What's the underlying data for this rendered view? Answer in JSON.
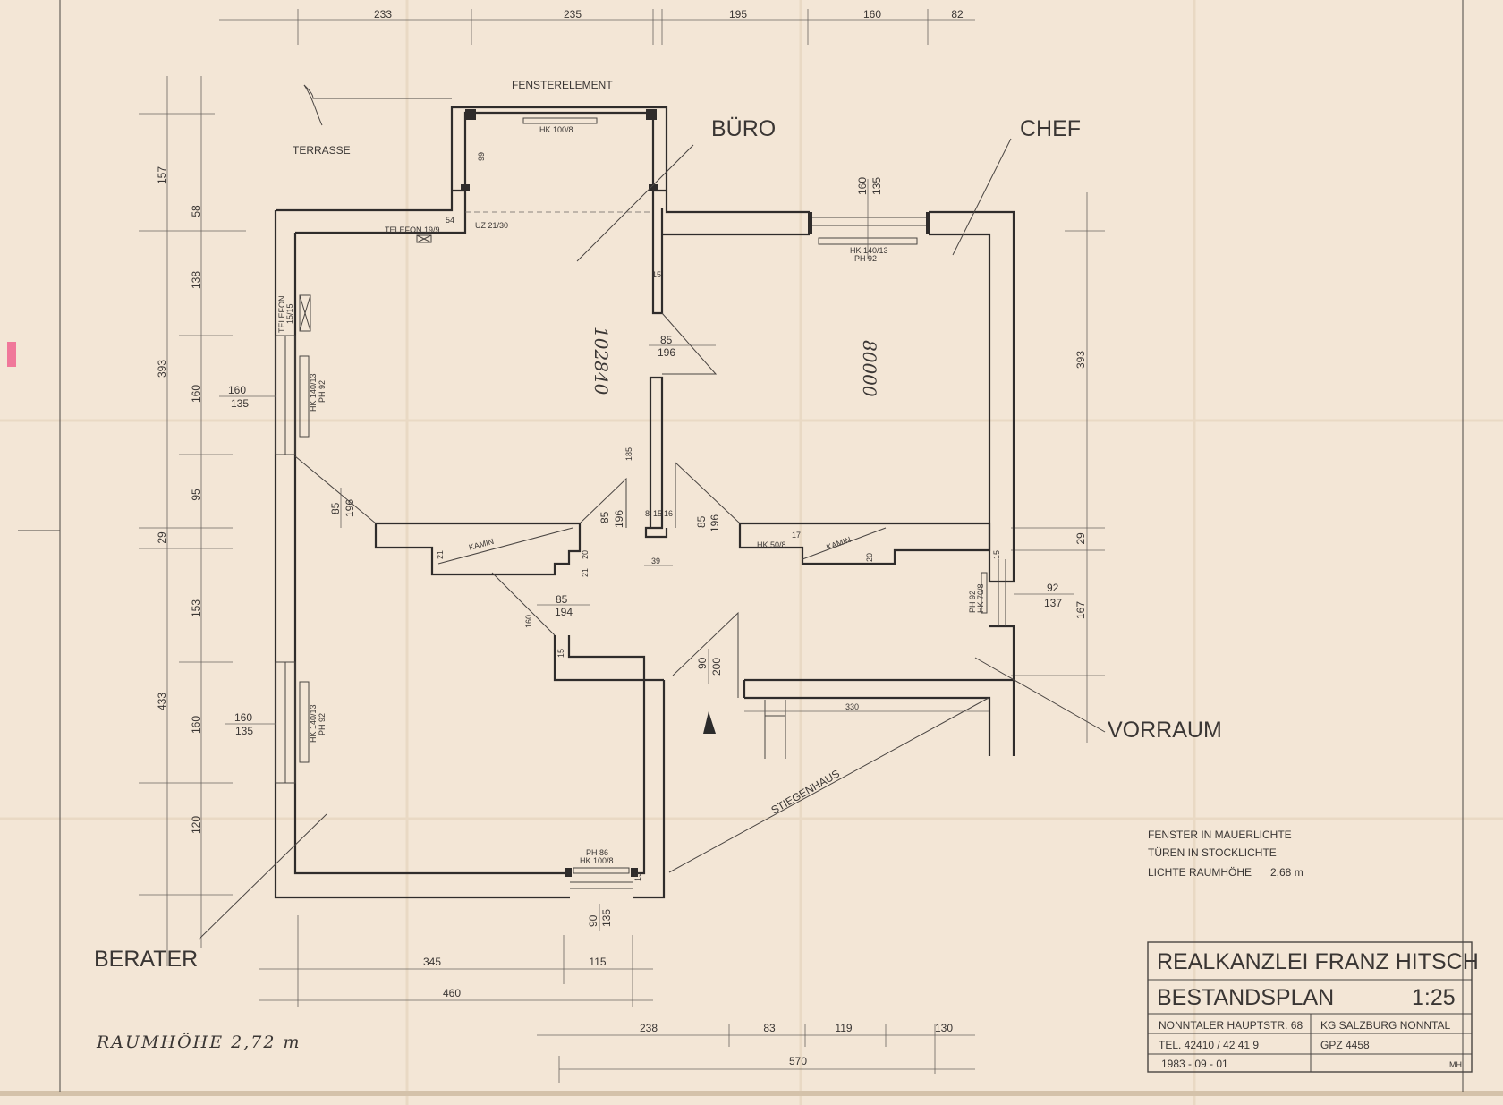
{
  "rooms": {
    "buero": "BÜRO",
    "chef": "CHEF",
    "vorraum": "VORRAUM",
    "berater": "BERATER",
    "terrasse": "TERRASSE",
    "stiegenhaus": "STIEGENHAUS",
    "fensterelement": "FENSTERELEMENT"
  },
  "fixtures": {
    "hk_100_8_top": "HK 100/8",
    "telefon_19_9": "TELEFON 19/9",
    "uz_21_30": "UZ 21/30",
    "dim_54": "54",
    "hk_140_13_chef": "HK 140/13",
    "ph_92_chef": "PH 92",
    "telefon_left": "TELEFON",
    "telefon_left_dim": "15/15",
    "hk_140_13_left": "HK 140/13",
    "ph_92_left": "PH 92",
    "hk_140_13_lower": "HK 140/13",
    "ph_92_lower": "PH 92",
    "kamin_left": "KAMIN",
    "kamin_right": "KAMIN",
    "hk_50_8": "HK 50/8",
    "ph_92_vorraum": "PH 92",
    "hk_70_8": "HK 70/8",
    "ph_86": "PH 86",
    "hk_100_8_bottom": "HK 100/8"
  },
  "dimensions": {
    "top": [
      "233",
      "235",
      "195",
      "160",
      "82"
    ],
    "left_outer": [
      "157",
      "393",
      "433"
    ],
    "left_inner": [
      "58",
      "138",
      "160",
      "95",
      "29",
      "153",
      "160",
      "120"
    ],
    "right": [
      "393",
      "29",
      "167"
    ],
    "bottom_row1": [
      "345",
      "115"
    ],
    "bottom_row2": "460",
    "bottom_row3": [
      "238",
      "83",
      "119",
      "130"
    ],
    "bottom_row4": "570",
    "window_left_1": [
      "160",
      "135"
    ],
    "window_left_2": [
      "160",
      "135"
    ],
    "door_buero": [
      "85",
      "196"
    ],
    "door_berater": [
      "85",
      "196"
    ],
    "door_center_left": [
      "85",
      "196"
    ],
    "door_center_right": [
      "85",
      "196"
    ],
    "door_hall": [
      "85",
      "194"
    ],
    "door_entry": [
      "90",
      "200"
    ],
    "window_chef": [
      "160",
      "135"
    ],
    "window_vorraum": [
      "92",
      "137"
    ],
    "window_bottom": [
      "90",
      "135"
    ],
    "dim_99": "99",
    "dim_15_a": "15",
    "dim_185": "185",
    "dim_8_15_16": [
      "8",
      "15",
      "16"
    ],
    "dim_39": "39",
    "dim_21_a": "21",
    "dim_21_b": "21",
    "dim_20_a": "20",
    "dim_20_b": "20",
    "dim_17": "17",
    "dim_15_b": "15",
    "dim_160_hall": "160",
    "dim_330": "330",
    "dim_15_c": "15",
    "dim_15_d": "15"
  },
  "handwritten": {
    "stamp_1": "102840",
    "stamp_2": "80000",
    "raumhoehe": "RAUMHÖHE  2,72 m"
  },
  "notes": [
    "FENSTER IN MAUERLICHTE",
    "TÜREN IN STOCKLICHTE",
    "LICHTE RAUMHÖHE"
  ],
  "note_value": "2,68 m",
  "title_block": {
    "firm": "REALKANZLEI FRANZ HITSCH",
    "plan": "BESTANDSPLAN",
    "scale": "1:25",
    "address": "NONNTALER HAUPTSTR. 68",
    "cadastral": "KG SALZBURG NONNTAL",
    "phone": "TEL. 42410 / 42 41 9",
    "gpz": "GPZ   4458",
    "date": "1983 - 09 - 01",
    "initials": "MH"
  }
}
